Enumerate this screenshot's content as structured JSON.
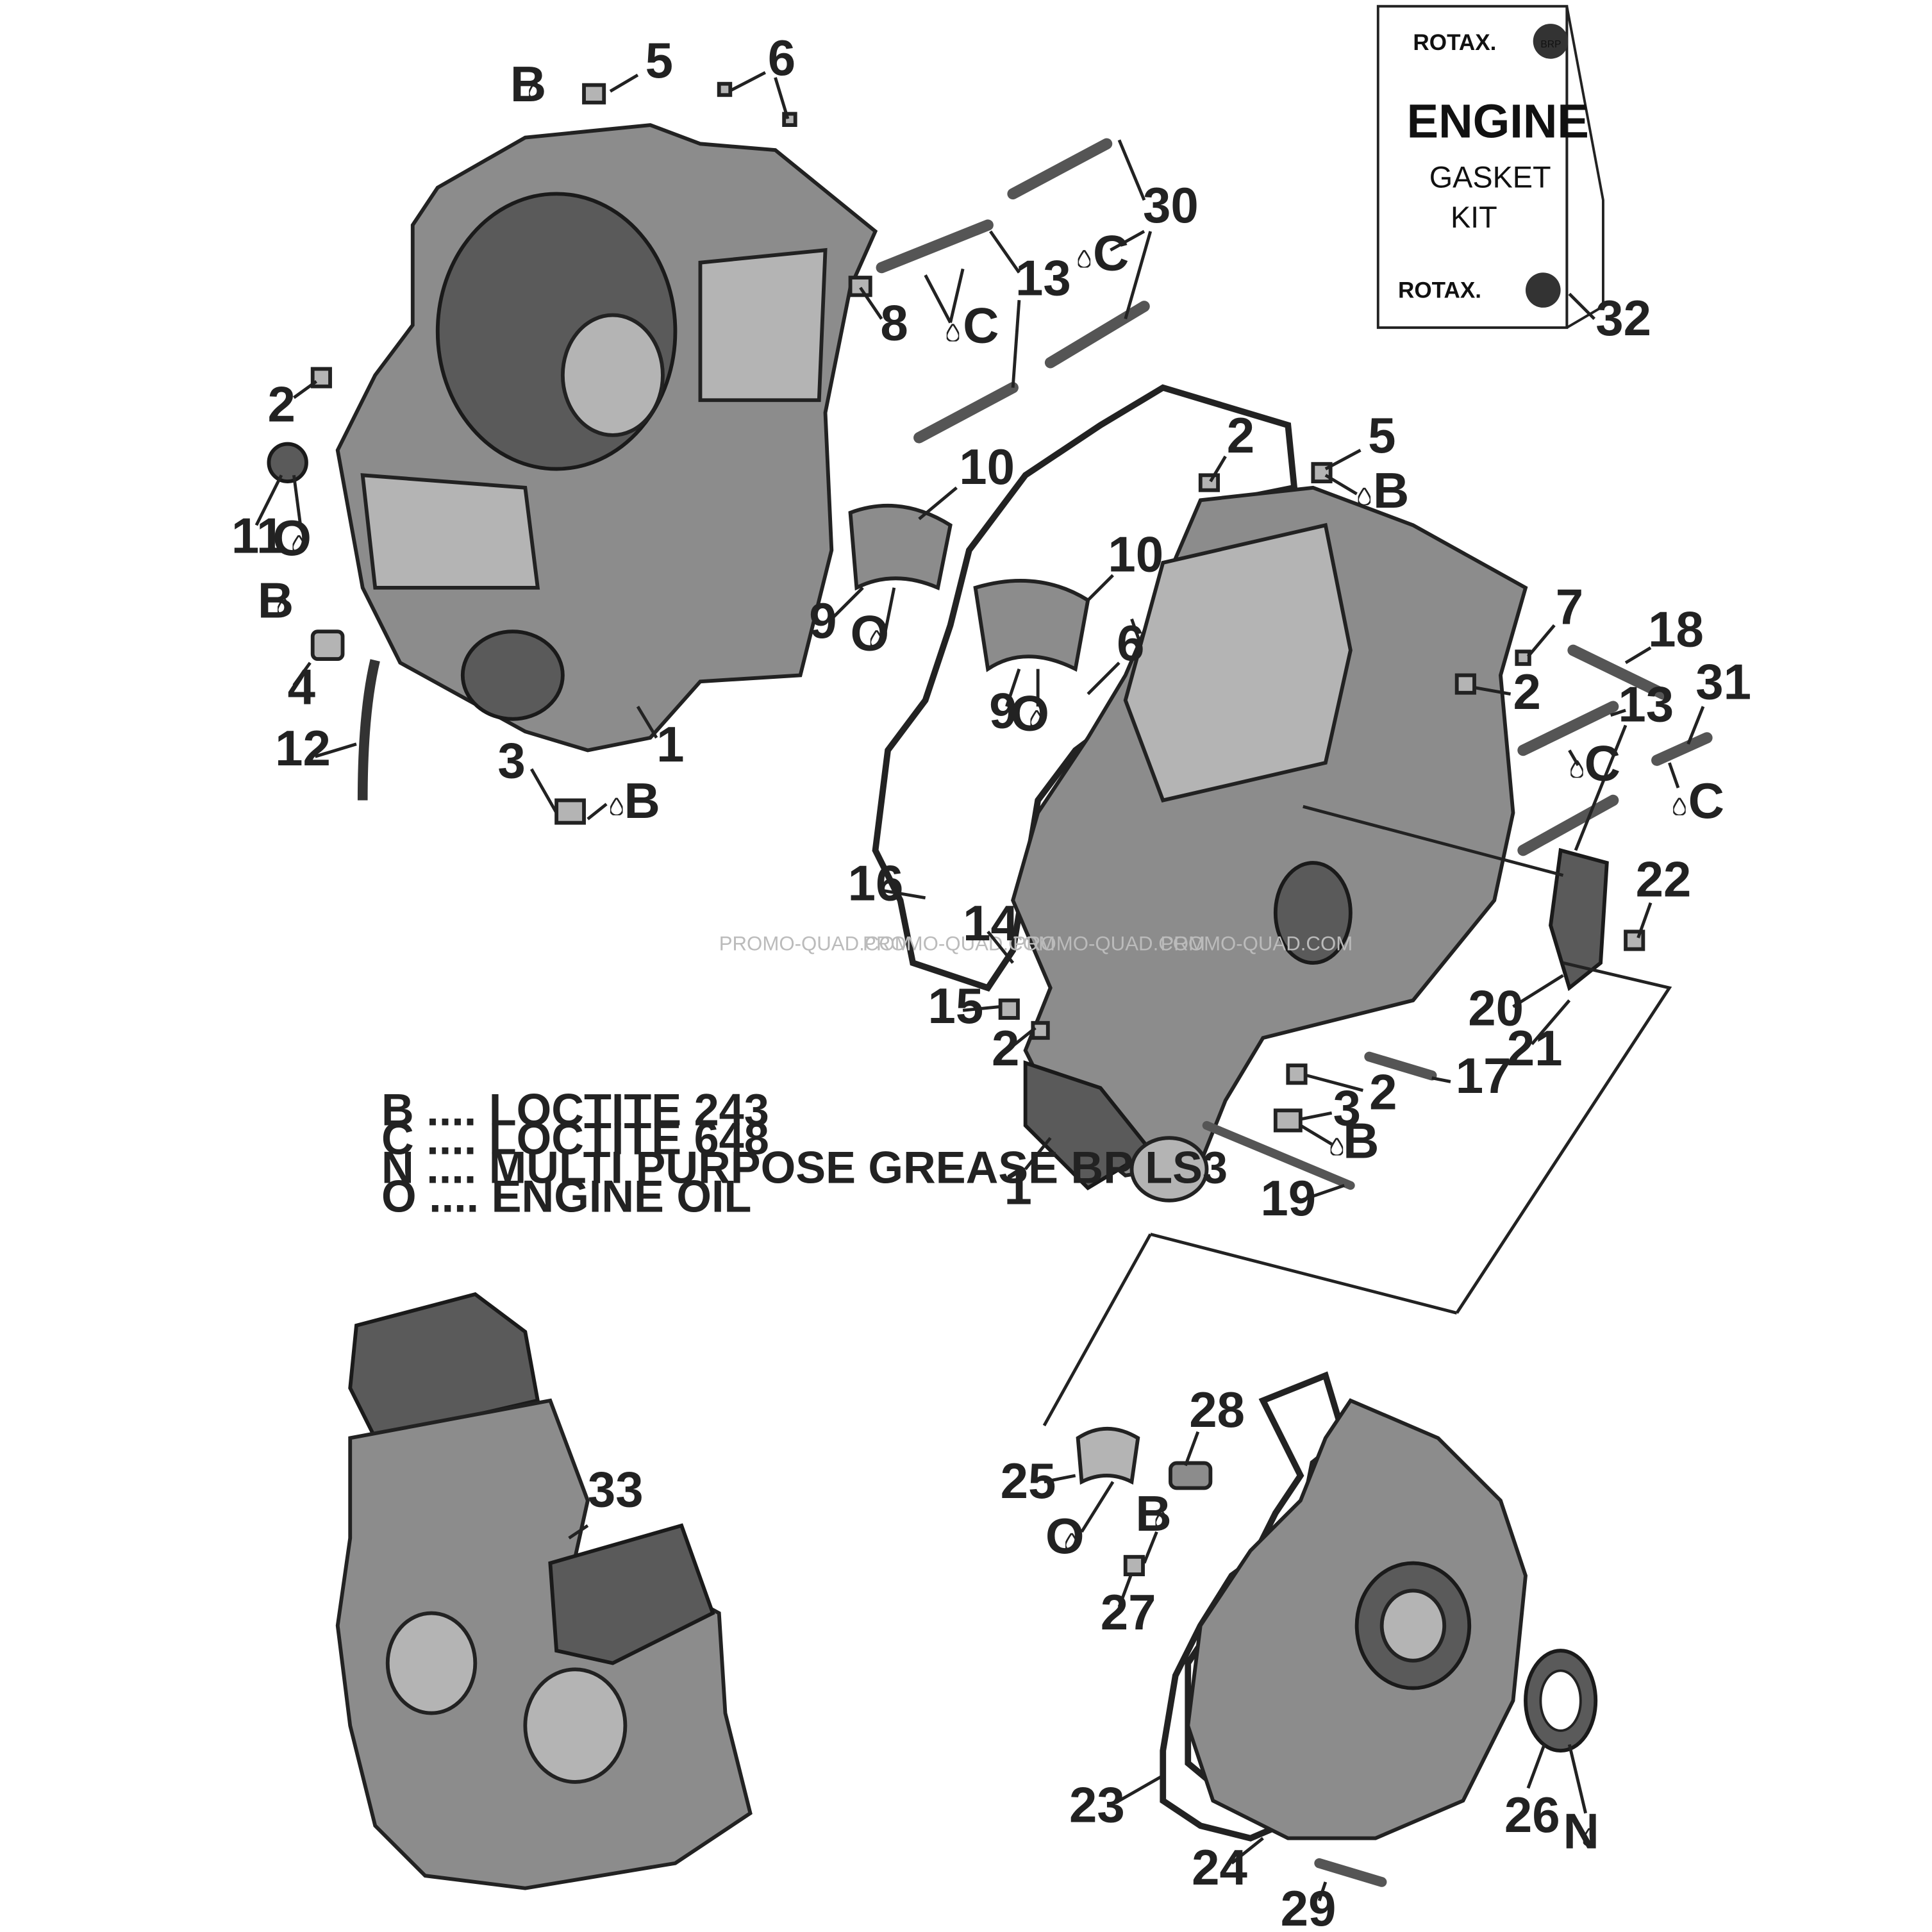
{
  "kit_box": {
    "brand_top": "ROTAX.",
    "title": "ENGINE",
    "subtitle_line1": "GASKET",
    "subtitle_line2": "KIT",
    "brand_bottom": "ROTAX.",
    "logo_text": "BRP"
  },
  "callouts": {
    "c5a": "5",
    "c6a": "6",
    "c30": "30",
    "c13a": "13",
    "c8": "8",
    "c32": "32",
    "c2a": "2",
    "c11": "11",
    "c4": "4",
    "c12": "12",
    "c3a": "3",
    "c1a": "1",
    "c10a": "10",
    "c10b": "10",
    "c9a": "9",
    "c9b": "9",
    "c6b": "6",
    "c2b": "2",
    "c5b": "5",
    "c7": "7",
    "c18": "18",
    "c31": "31",
    "c2c": "2",
    "c13b": "13",
    "c22": "22",
    "c16": "16",
    "c14": "14",
    "c15": "15",
    "c2d": "2",
    "c20": "20",
    "c21": "21",
    "c17": "17",
    "c2e": "2",
    "c3b": "3",
    "c19": "19",
    "c1b": "1",
    "c33": "33",
    "c28": "28",
    "c25": "25",
    "c27": "27",
    "c23": "23",
    "c24": "24",
    "c26": "26",
    "c29": "29"
  },
  "marks": {
    "m_b1": "B",
    "m_b2": "B",
    "m_b3": "B",
    "m_b4": "B",
    "m_b5": "B",
    "m_b6": "B",
    "m_o1": "O",
    "m_o2": "O",
    "m_o3": "O",
    "m_o4": "O",
    "m_c1": "C",
    "m_c2": "C",
    "m_c3": "C",
    "m_c4": "C",
    "m_n1": "N"
  },
  "legend": [
    "B .... LOCTITE 243",
    "C .... LOCTITE 648",
    "N .... MULTI PURPOSE GREASE BP LS3",
    "O .... ENGINE OIL"
  ],
  "watermarks": [
    "PROMO-QUAD.COM",
    "PROMO-QUAD.COM",
    "PROMO-QUAD.COM",
    "PROMO-QUAD.COM"
  ]
}
